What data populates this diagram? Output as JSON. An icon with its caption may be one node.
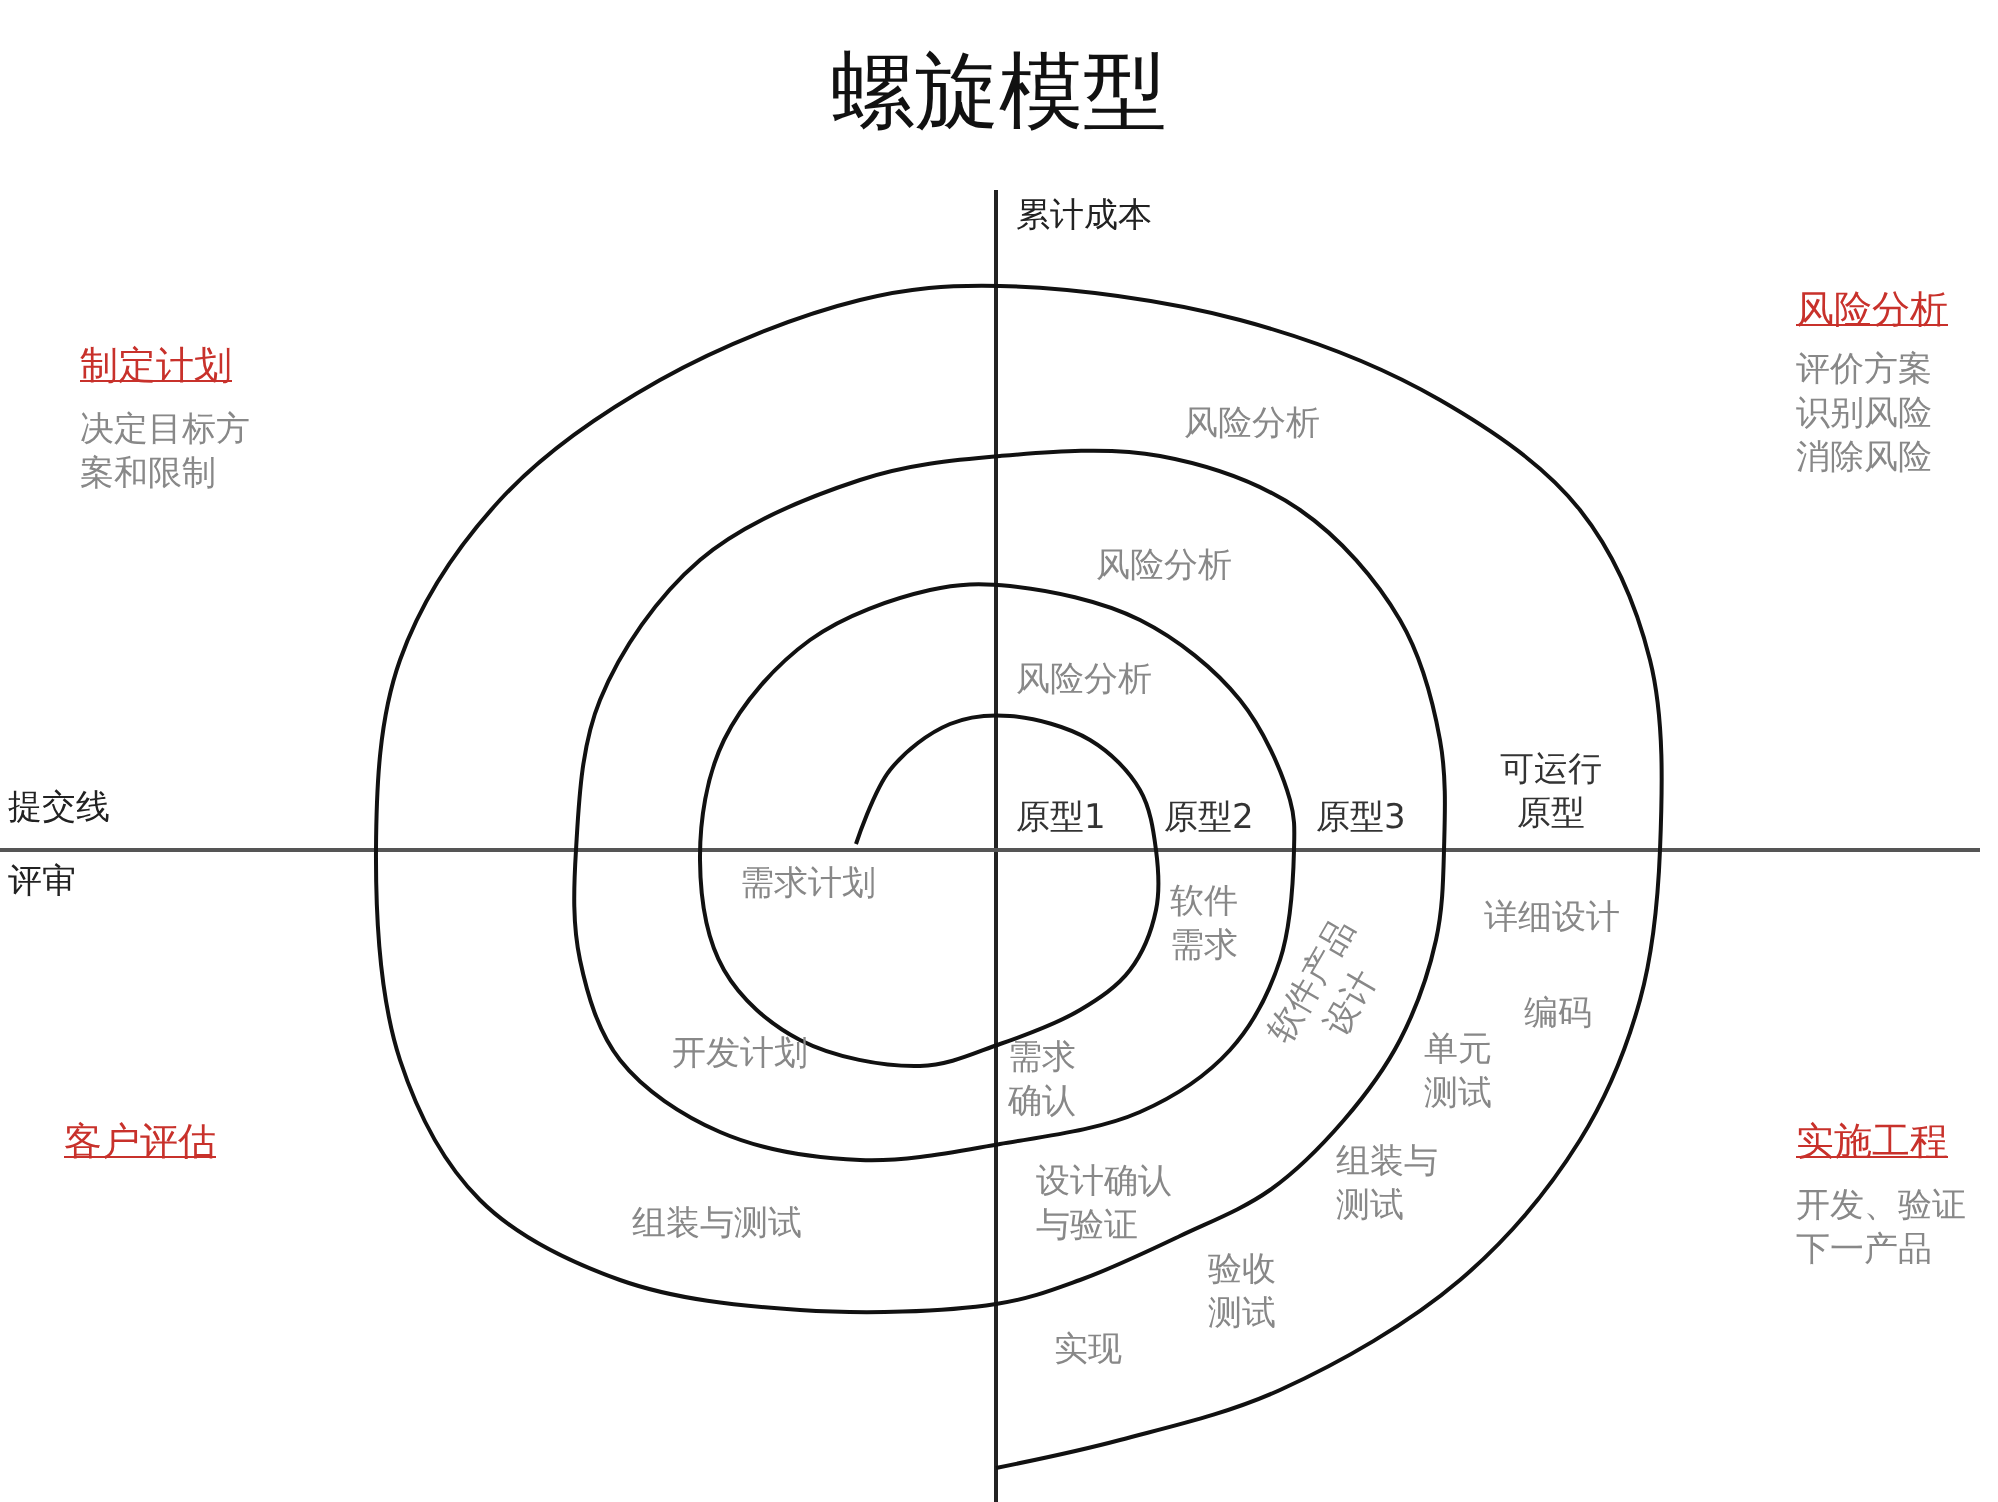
{
  "diagram": {
    "title": "螺旋模型",
    "labels": [
      "累计成本",
      "制定计划",
      "决定目标方案和限制",
      "风险分析",
      "评价方案识别风险消除风险",
      "风险分析",
      "风险分析",
      "风险分析",
      "提交线",
      "可运行原型",
      "原型1",
      "原型2",
      "原型3",
      "评审",
      "需求计划",
      "软件需求",
      "详细设计",
      "软件产品设计",
      "编码",
      "需求确认",
      "开发计划",
      "单元测试",
      "客户评估",
      "实施工程",
      "设计确认与验证",
      "组装与测试",
      "开发、验证下一产品",
      "组装与测试",
      "验收测试",
      "实现"
    ]
  }
}
